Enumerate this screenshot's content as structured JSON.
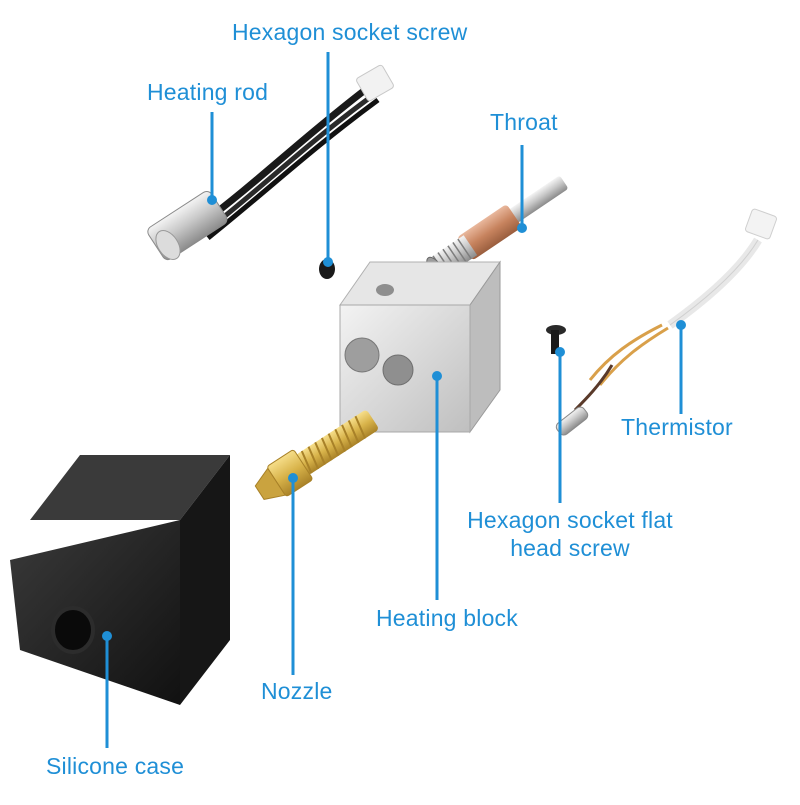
{
  "labels": {
    "hex_socket_screw": "Hexagon socket screw",
    "heating_rod": "Heating rod",
    "throat": "Throat",
    "thermistor": "Thermistor",
    "hex_flat_head_screw_line1": "Hexagon socket flat",
    "hex_flat_head_screw_line2": "head screw",
    "heating_block": "Heating block",
    "nozzle": "Nozzle",
    "silicone_case": "Silicone case"
  },
  "colors": {
    "label_text": "#1f8fd6",
    "leader_line": "#1f8fd6",
    "background": "#ffffff"
  }
}
